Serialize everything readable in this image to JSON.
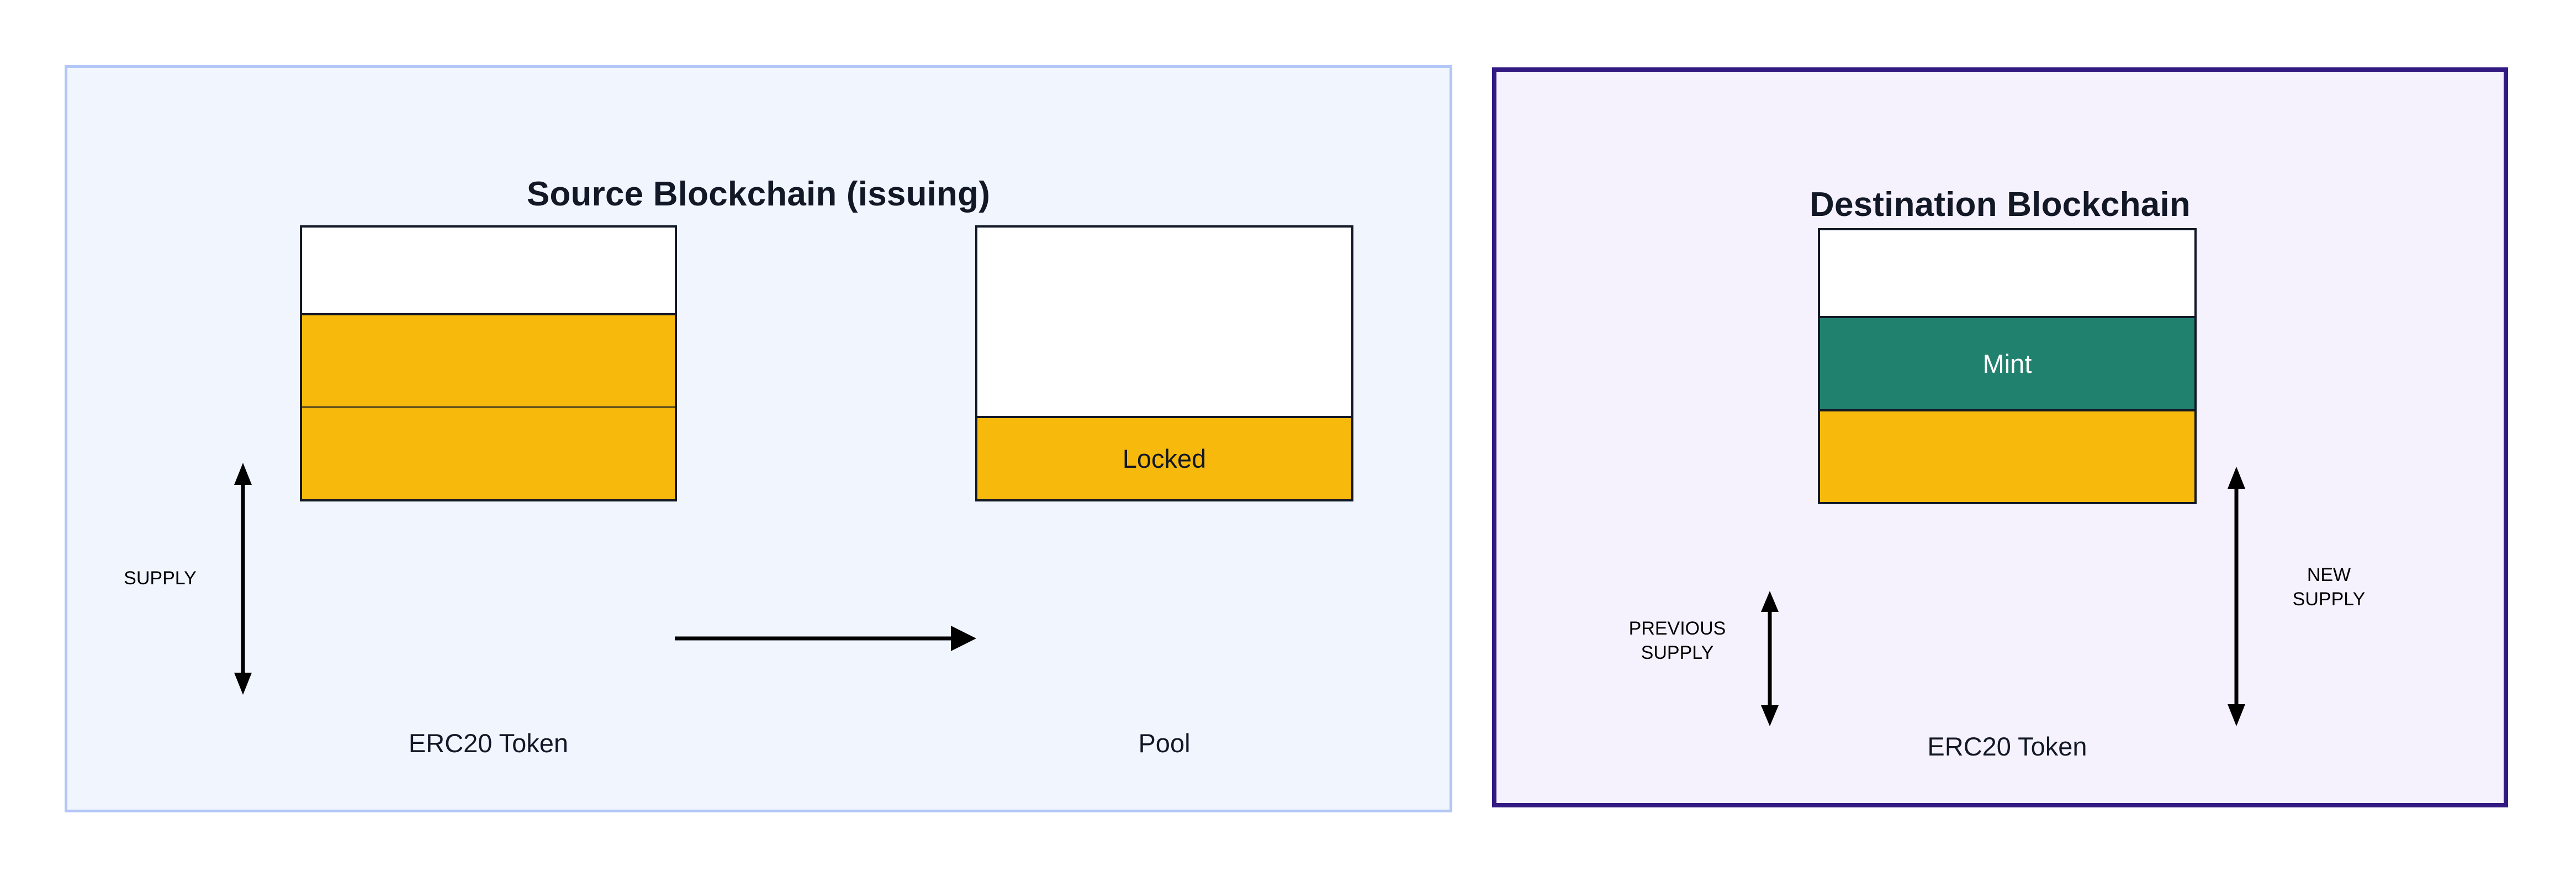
{
  "diagram": {
    "title_semantic": "token-bridge-lock-and-mint",
    "background": "#ffffff"
  },
  "colors": {
    "yellow_supply": "#f7b90b",
    "teal_mint": "#21816f",
    "bar_stroke": "#131827",
    "source_panel_bg": "#f1f5fe",
    "source_panel_border": "#b3c7f7",
    "destination_panel_bg": "#f6f2fd",
    "destination_panel_border": "#331a82",
    "text": "#131827",
    "mint_text": "#ffffff"
  },
  "source_panel": {
    "title": "Source Blockchain (issuing)",
    "bars": [
      {
        "caption": "ERC20 Token",
        "segments": [
          {
            "label": "",
            "fill": "white",
            "fraction": 0.315
          },
          {
            "label": "",
            "fill": "yellow",
            "fraction": 0.3425
          },
          {
            "label": "",
            "fill": "yellow",
            "fraction": 0.3425
          }
        ]
      },
      {
        "caption": "Pool",
        "segments": [
          {
            "label": "",
            "fill": "white",
            "fraction": 0.693
          },
          {
            "label": "Locked",
            "fill": "yellow",
            "fraction": 0.307
          }
        ]
      }
    ],
    "measure": {
      "label": "SUPPLY",
      "direction": "double",
      "spans": "two yellow segments of ERC20 Token bar"
    },
    "transfer_arrow": {
      "from": "ERC20 Token",
      "to": "Pool",
      "direction": "right",
      "label": ""
    }
  },
  "destination_panel": {
    "title": "Destination Blockchain",
    "bars": [
      {
        "caption": "ERC20 Token",
        "segments": [
          {
            "label": "",
            "fill": "white",
            "fraction": 0.315
          },
          {
            "label": "Mint",
            "fill": "teal",
            "fraction": 0.3425
          },
          {
            "label": "",
            "fill": "yellow",
            "fraction": 0.3425
          }
        ]
      }
    ],
    "measures": [
      {
        "name": "previous-supply",
        "label": "PREVIOUS\nSUPPLY",
        "direction": "double",
        "spans": "yellow segment only"
      },
      {
        "name": "new-supply",
        "label": "NEW\nSUPPLY",
        "direction": "double",
        "spans": "teal + yellow segments"
      }
    ]
  }
}
